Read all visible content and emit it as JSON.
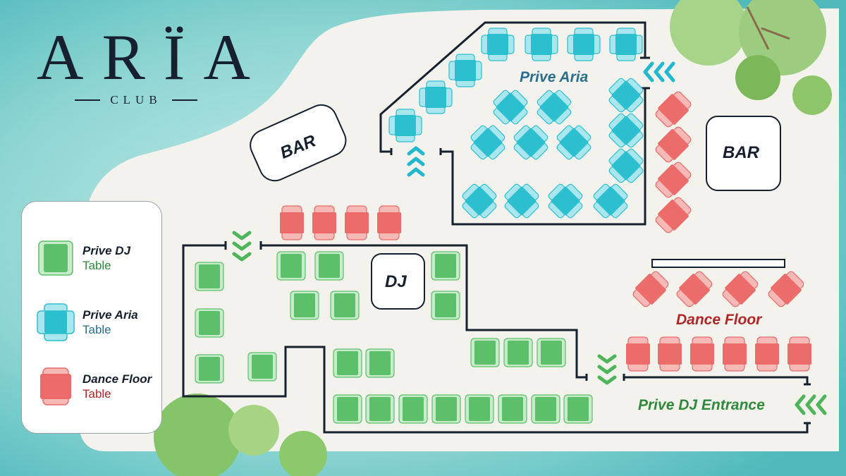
{
  "brand": {
    "name": "ARÏA",
    "sub": "CLUB"
  },
  "labels": {
    "bar_left": "BAR",
    "bar_right": "BAR",
    "dj": "DJ",
    "prive_aria": "Prive Aria",
    "dance_floor": "Dance Floor",
    "prive_dj_entrance": "Prive DJ Entrance"
  },
  "legend": [
    {
      "name": "Prive DJ",
      "sub": "Table",
      "color": "#5cbf6a",
      "shape": "square"
    },
    {
      "name": "Prive Aria",
      "sub": "Table",
      "color": "#2bbfd0",
      "shape": "diamond"
    },
    {
      "name": "Dance Floor",
      "sub": "Table",
      "color": "#ec6b6b",
      "shape": "square"
    }
  ],
  "colors": {
    "prive_dj": "#5cbf6a",
    "prive_aria": "#2bbfd0",
    "dance_floor": "#ec6b6b",
    "prive_dj_text": "#2f8a3c",
    "prive_aria_text": "#2a6f8e",
    "dance_floor_text": "#b02626",
    "water": "#7fd0cf",
    "floor": "#f3f2ec"
  },
  "icons": [
    "tree-icon",
    "bush-icon",
    "entrance-chevron-icon"
  ]
}
